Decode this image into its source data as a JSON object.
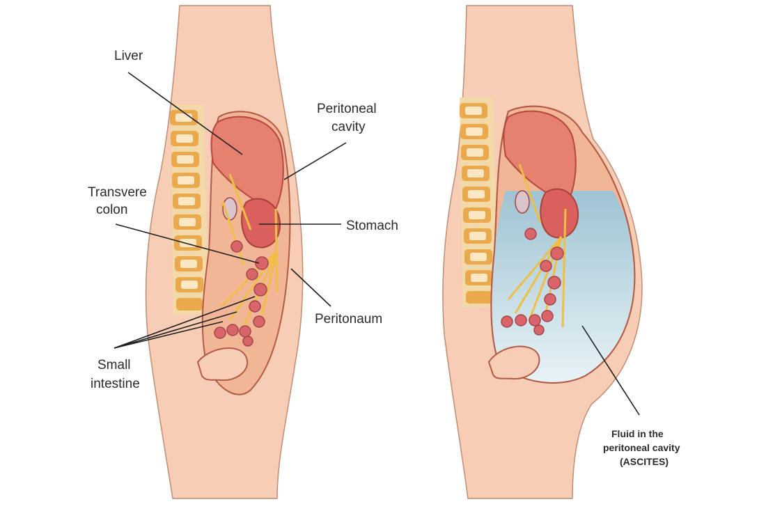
{
  "labels": {
    "liver": "Liver",
    "peritoneal_cavity_1": "Peritoneal",
    "peritoneal_cavity_2": "cavity",
    "transverse_colon_1": "Transvere",
    "transverse_colon_2": "colon",
    "stomach": "Stomach",
    "peritoneum": "Peritonaum",
    "small_intestine_1": "Small",
    "small_intestine_2": "intestine",
    "fluid_1": "Fluid in the",
    "fluid_2": "peritoneal cavity",
    "fluid_3": "(ASCITES)"
  },
  "colors": {
    "skin": "#f7cdb6",
    "skin_outline": "#b8836a",
    "peritoneum_fill": "#f2b898",
    "liver": "#e7806e",
    "organ_dark": "#c9554a",
    "spine": "#f6d49a",
    "spine_dark": "#e2a24c",
    "mesentery": "#f0c048",
    "intestine": "#d9656a",
    "fluid_top": "#a9cad8",
    "fluid_bottom": "#e6f2f6"
  }
}
